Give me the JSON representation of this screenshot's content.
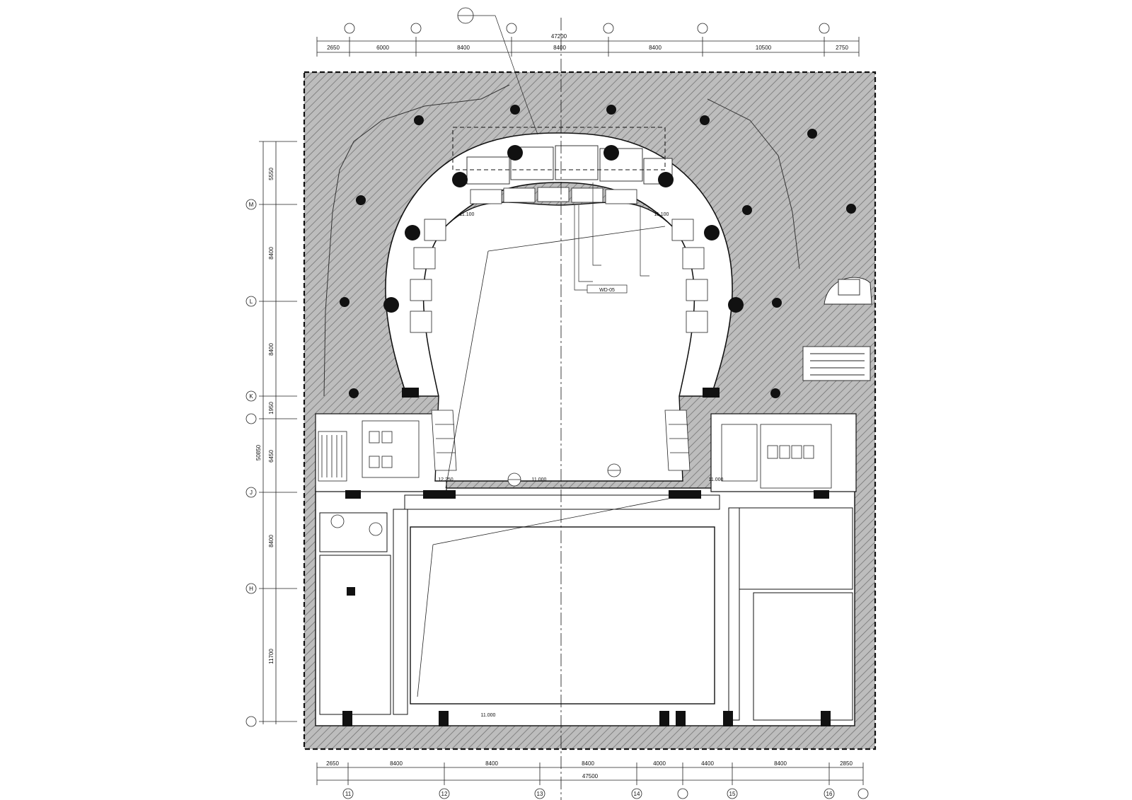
{
  "drawing": {
    "top_dimensions": {
      "total": "47200",
      "segments": [
        "2650",
        "6000",
        "8400",
        "8400",
        "8400",
        "10500",
        "2750"
      ]
    },
    "bottom_dimensions": {
      "total": "47500",
      "segments": [
        "2650",
        "8400",
        "8400",
        "8400",
        "4000",
        "4400",
        "8400",
        "2850"
      ]
    },
    "left_dimensions": {
      "total": "50850",
      "segments": [
        "5550",
        "8400",
        "8400",
        "1950",
        "6450",
        "8400",
        "11700"
      ]
    },
    "left_axes": [
      "M",
      "L",
      "K",
      "J",
      "H"
    ],
    "bottom_axes": [
      "11",
      "12",
      "13",
      "14",
      "15",
      "16"
    ],
    "elevations": {
      "e1": "11.100",
      "e2": "11.100",
      "e3": "12.250",
      "e4": "11.000",
      "e5": "11.000",
      "e6": "11.000"
    },
    "callouts": {
      "wd_tag": "WD-05"
    },
    "rooms": {}
  }
}
